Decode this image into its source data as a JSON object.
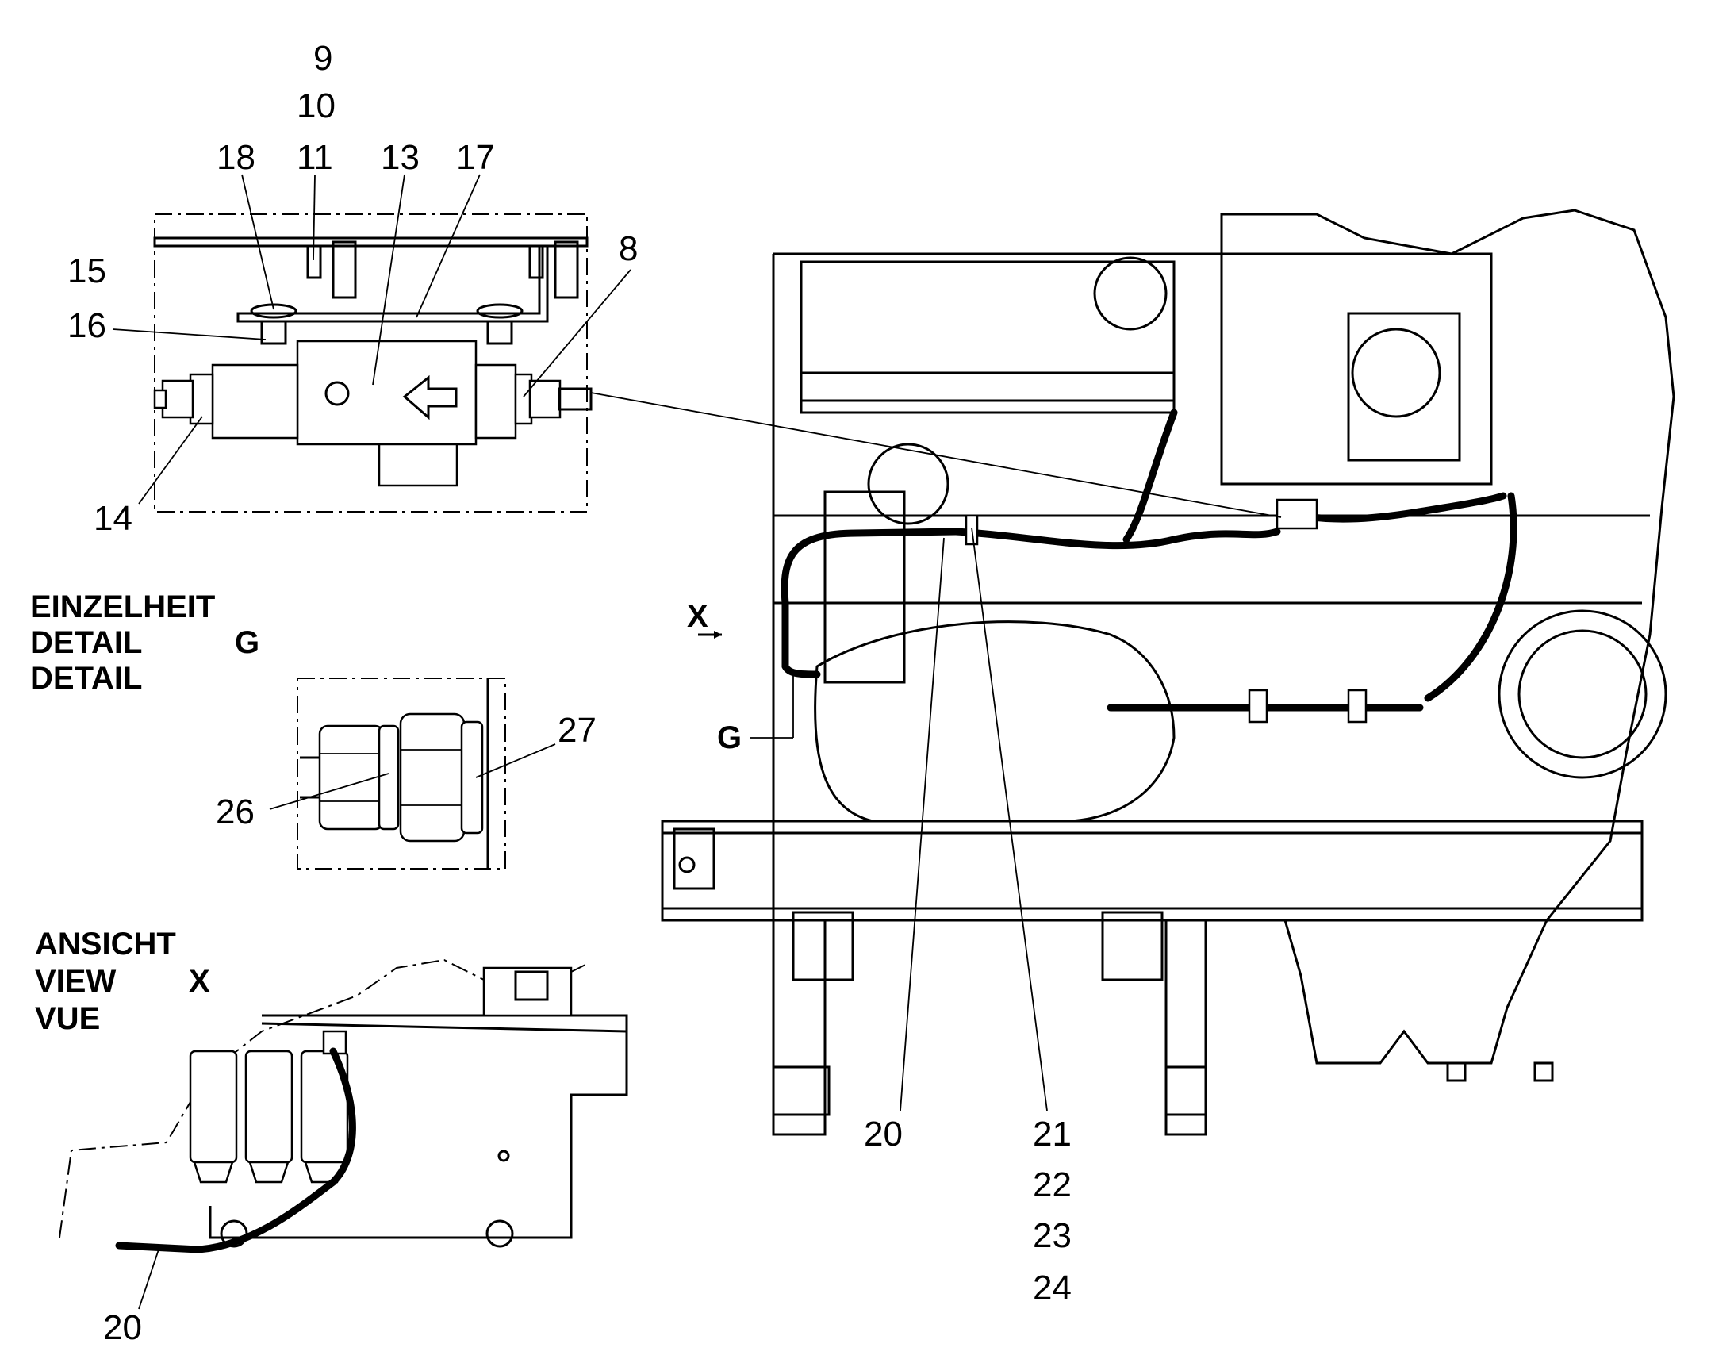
{
  "detail_g": {
    "callouts": [
      "9",
      "10",
      "11",
      "18",
      "13",
      "17",
      "15",
      "16",
      "8",
      "14"
    ],
    "heading": [
      "EINZELHEIT",
      "DETAIL",
      "DETAIL"
    ],
    "letter": "G"
  },
  "fitting_detail": {
    "callouts": [
      "27",
      "26"
    ]
  },
  "view_x": {
    "heading": [
      "ANSICHT",
      "VIEW",
      "VUE"
    ],
    "letter": "X",
    "callout": "20"
  },
  "main_view": {
    "view_marker": "X",
    "detail_marker": "G",
    "callouts": [
      "20",
      "21",
      "22",
      "23",
      "24"
    ]
  }
}
